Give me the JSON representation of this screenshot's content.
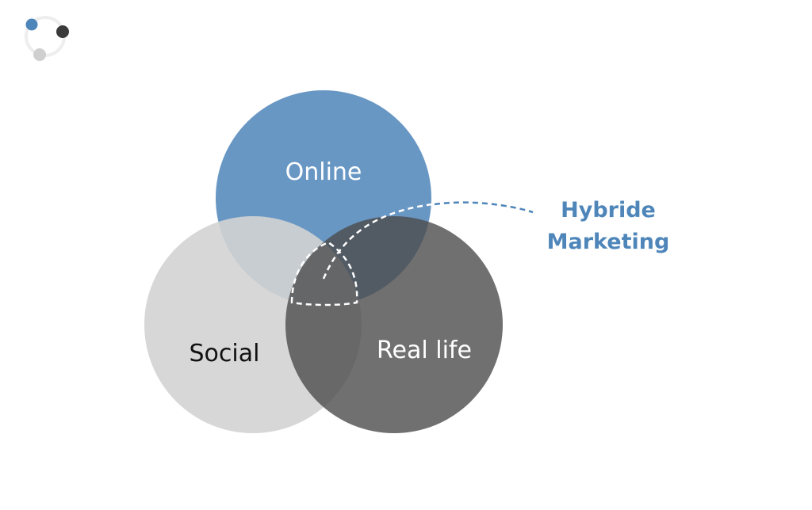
{
  "diagram": {
    "circles": [
      {
        "key": "online",
        "label": "Online",
        "fill": "#4f86ba",
        "opacity": 0.86,
        "text_color": "#ffffff"
      },
      {
        "key": "social",
        "label": "Social",
        "fill": "#d3d3d3",
        "opacity": 0.9,
        "text_color": "#111111"
      },
      {
        "key": "real_life",
        "label": "Real life",
        "fill": "#4c4c4c",
        "opacity": 0.8,
        "text_color": "#ffffff"
      }
    ],
    "callout": {
      "line1": "Hybride",
      "line2": "Marketing",
      "color": "#4f86ba"
    },
    "logo_colors": {
      "blue": "#4f86ba",
      "dark": "#3a3a3a",
      "light": "#cfcfcf",
      "ring": "#eeeeee"
    }
  }
}
